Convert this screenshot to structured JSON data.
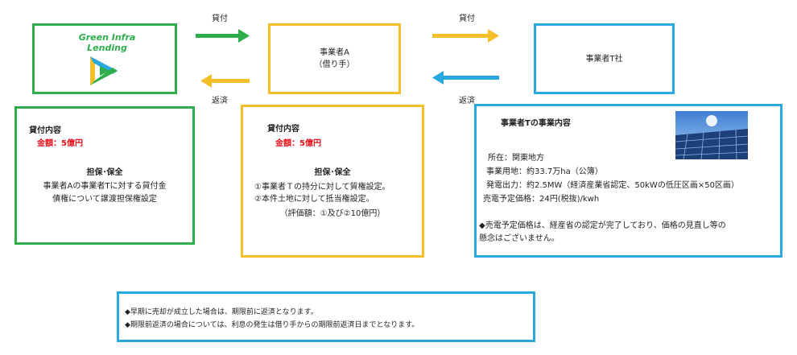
{
  "lender": {
    "name": "Green Infra Lending"
  },
  "borrower": {
    "name": "事業者A",
    "role": "（借り手）"
  },
  "company_t": {
    "name": "事業者T社"
  },
  "flows": {
    "loan_label_1": "貸付",
    "loan_label_2": "貸付",
    "repay_label_1": "返済",
    "repay_label_2": "返済"
  },
  "lender_box": {
    "heading": "貸付内容",
    "amount": "金額：5億円",
    "security_heading": "担保･保全",
    "security_line1": "事業者Aの事業者Tに対する貸付金",
    "security_line2": "債権について譲渡担保権設定"
  },
  "borrower_box": {
    "heading": "貸付内容",
    "amount": "金額：5億円",
    "security_heading": "担保･保全",
    "security_line1": "①事業者Ｔの持分に対して質権設定。",
    "security_line2": "②本件土地に対して抵当権設定。",
    "valuation": "（評価額：①及び②10億円）"
  },
  "business_box": {
    "heading": "事業者Tの事業内容",
    "location": "所在：関東地方",
    "land": "事業用地：約33.7万ha（公簿）",
    "output": "発電出力：約2.5MW（経済産業省認定、50kWの低圧区画×50区画）",
    "price": "売電予定価格：24円(税抜)/kwh",
    "note_line1": "◆売電予定価格は、経産省の認定が完了しており、価格の見直し等の",
    "note_line2": "懸念はございません。"
  },
  "footer": {
    "line1": "◆早期に売却が成立した場合は、期限前に返済となります。",
    "line2": "◆期限前返済の場合については、利息の発生は借り手からの期限前返済日までとなります。"
  },
  "colors": {
    "green": "#2eae4a",
    "yellow": "#f4c02a",
    "blue": "#2aa8e0",
    "red": "#e2101a"
  },
  "icons": [
    "solar-panel-image",
    "logo-triangle-icon"
  ]
}
